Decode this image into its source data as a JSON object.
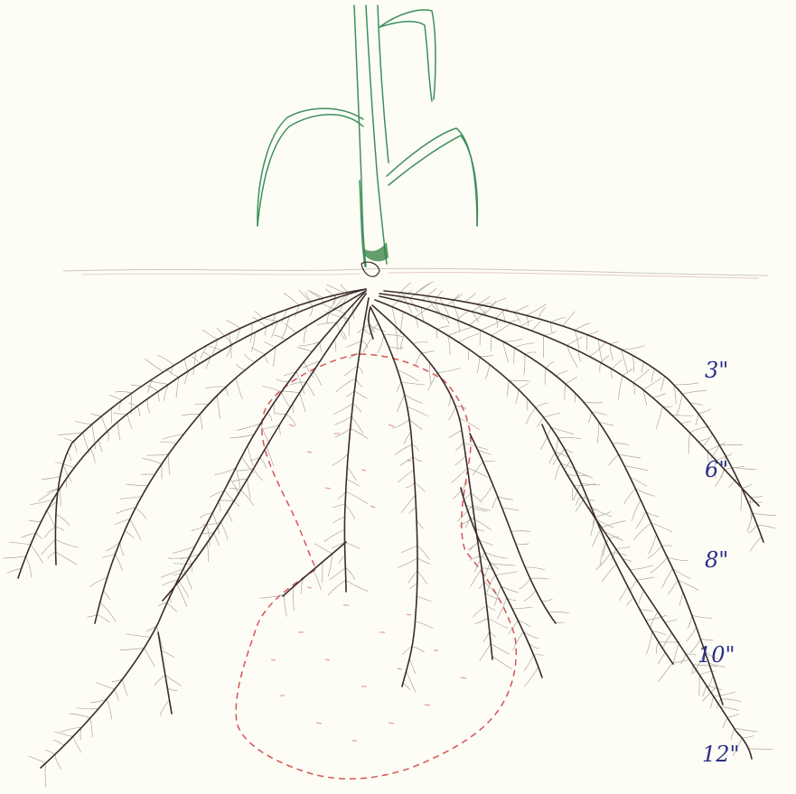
{
  "diagram": {
    "depth_markers": [
      {
        "label": "3\""
      },
      {
        "label": "6\""
      },
      {
        "label": "8\""
      },
      {
        "label": "10\""
      },
      {
        "label": "12\""
      }
    ],
    "colors": {
      "stem": "#3f8f5a",
      "stem_base": "#2f7d3f",
      "roots": "#3d2a2a",
      "root_hairs": "#9c8f88",
      "dashed_zone": "#d9534f",
      "soil_line": "#cfc7c0",
      "labels": "#2b2f86"
    }
  }
}
